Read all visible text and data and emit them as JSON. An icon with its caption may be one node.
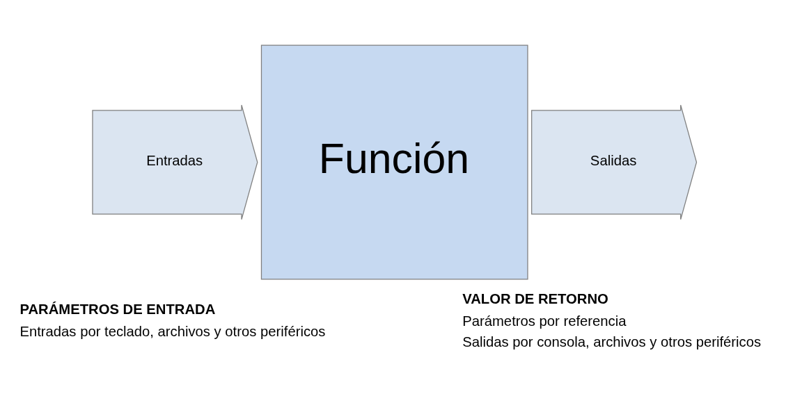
{
  "diagram": {
    "nodes": [
      {
        "text": [
          "Entradas"
        ],
        "beside": [
          "PARÁMETROS DE ENTRADA",
          "Entradas por teclado, archivos y otros periféricos"
        ]
      },
      {
        "text": [
          "Función"
        ]
      },
      {
        "text": [
          "Salidas"
        ],
        "beside": [
          "VALOR DE RETORNO",
          "Parámetros por referencia",
          "Salidas por consola, archivos y otros periféricos"
        ]
      }
    ]
  }
}
